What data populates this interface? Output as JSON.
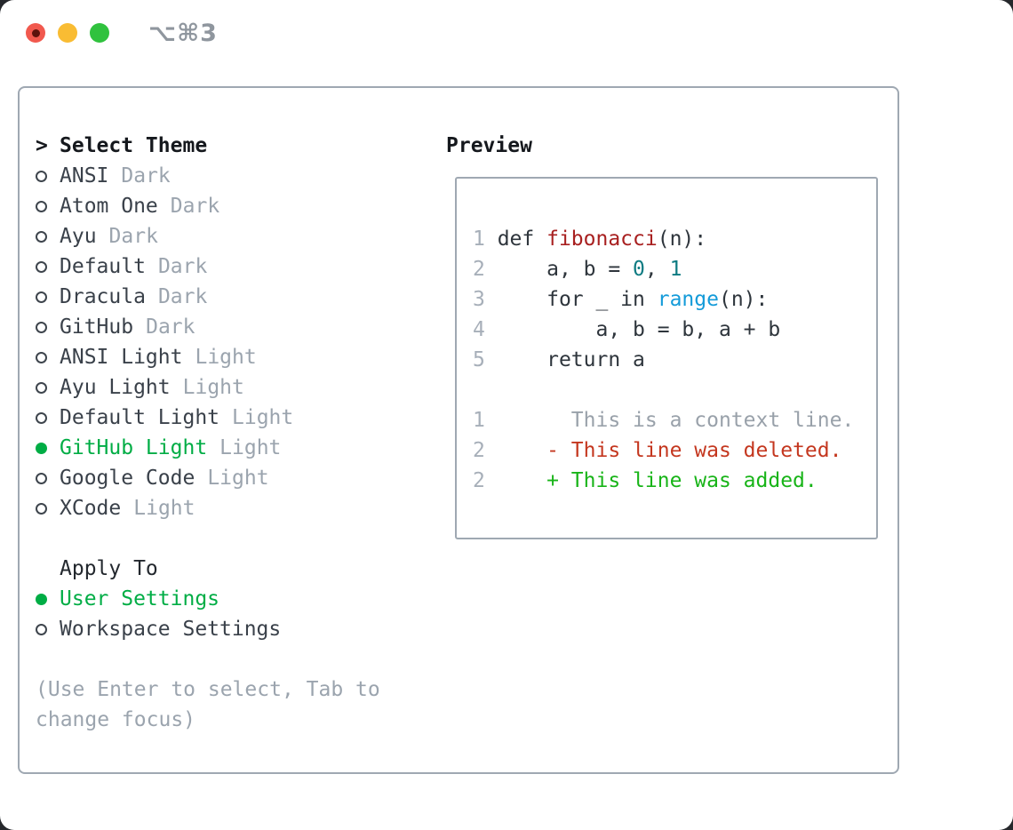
{
  "window": {
    "title": "⌥⌘3"
  },
  "colors": {
    "accent-green": "#00AD45",
    "diff-add": "#18B418",
    "diff-del": "#C4371F",
    "func-red": "#A82020",
    "number-teal": "#0E7B82",
    "builtin-blue": "#149BD9",
    "muted-gray": "#9BA4AE",
    "border-gray": "#9FA8B2"
  },
  "theme_list": {
    "prompt": ">",
    "header": "Select Theme",
    "items": [
      {
        "name": "ANSI",
        "variant": "Dark",
        "selected": false
      },
      {
        "name": "Atom One",
        "variant": "Dark",
        "selected": false
      },
      {
        "name": "Ayu",
        "variant": "Dark",
        "selected": false
      },
      {
        "name": "Default",
        "variant": "Dark",
        "selected": false
      },
      {
        "name": "Dracula",
        "variant": "Dark",
        "selected": false
      },
      {
        "name": "GitHub",
        "variant": "Dark",
        "selected": false
      },
      {
        "name": "ANSI Light",
        "variant": "Light",
        "selected": false
      },
      {
        "name": "Ayu Light",
        "variant": "Light",
        "selected": false
      },
      {
        "name": "Default Light",
        "variant": "Light",
        "selected": false
      },
      {
        "name": "GitHub Light",
        "variant": "Light",
        "selected": true
      },
      {
        "name": "Google Code",
        "variant": "Light",
        "selected": false
      },
      {
        "name": "XCode",
        "variant": "Light",
        "selected": false
      }
    ]
  },
  "apply_to": {
    "header": "Apply To",
    "options": [
      {
        "name": "User Settings",
        "selected": true
      },
      {
        "name": "Workspace Settings",
        "selected": false
      }
    ]
  },
  "help": {
    "lines": [
      "(Use Enter to select, Tab to",
      "change focus)"
    ]
  },
  "preview": {
    "title": "Preview",
    "lines": [
      {
        "segments": []
      },
      {
        "segments": [
          {
            "text": "1 ",
            "type": "gutter"
          },
          {
            "text": "def ",
            "type": "plain"
          },
          {
            "text": "fibonacci",
            "type": "function"
          },
          {
            "text": "(n):",
            "type": "plain"
          }
        ]
      },
      {
        "segments": [
          {
            "text": "2 ",
            "type": "gutter"
          },
          {
            "text": "    a, b = ",
            "type": "plain"
          },
          {
            "text": "0",
            "type": "number"
          },
          {
            "text": ", ",
            "type": "plain"
          },
          {
            "text": "1",
            "type": "number"
          }
        ]
      },
      {
        "segments": [
          {
            "text": "3 ",
            "type": "gutter"
          },
          {
            "text": "    for _ in ",
            "type": "plain"
          },
          {
            "text": "range",
            "type": "builtin"
          },
          {
            "text": "(n):",
            "type": "plain"
          }
        ]
      },
      {
        "segments": [
          {
            "text": "4 ",
            "type": "gutter"
          },
          {
            "text": "        a, b = b, a + b",
            "type": "plain"
          }
        ]
      },
      {
        "segments": [
          {
            "text": "5 ",
            "type": "gutter"
          },
          {
            "text": "    return a",
            "type": "plain"
          }
        ]
      },
      {
        "segments": []
      },
      {
        "segments": [
          {
            "text": "1 ",
            "type": "gutter"
          },
          {
            "text": "      This is a context line.",
            "type": "context"
          }
        ]
      },
      {
        "segments": [
          {
            "text": "2 ",
            "type": "gutter"
          },
          {
            "text": "    - This line was deleted.",
            "type": "deleted"
          }
        ]
      },
      {
        "segments": [
          {
            "text": "2 ",
            "type": "gutter"
          },
          {
            "text": "    + This line was added.",
            "type": "added"
          }
        ]
      },
      {
        "segments": []
      }
    ]
  }
}
